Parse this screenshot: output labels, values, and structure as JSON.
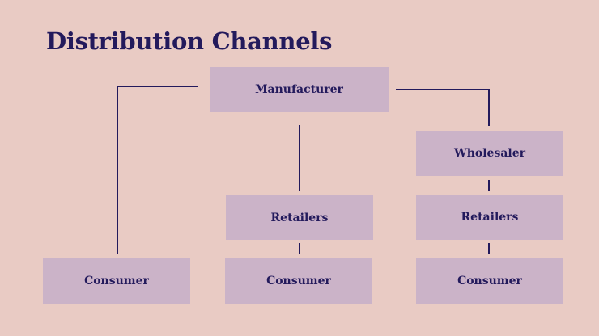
{
  "slide": {
    "title": "Distribution Channels"
  },
  "nodes": {
    "manufacturer": "Manufacturer",
    "wholesaler": "Wholesaler",
    "retailers_middle": "Retailers",
    "retailers_right": "Retailers",
    "consumer_left": "Consumer",
    "consumer_middle": "Consumer",
    "consumer_right": "Consumer"
  },
  "colors": {
    "background": "#e9cbc4",
    "box": "#cbb3c8",
    "ink": "#231a5c"
  }
}
